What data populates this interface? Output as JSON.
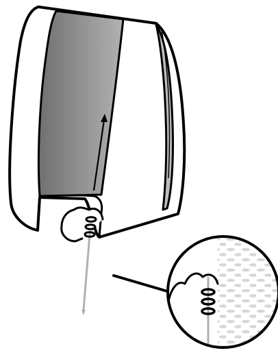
{
  "figure": {
    "kind": "instruction-illustration",
    "steps_shown": [
      "slide-cover-up-arrow",
      "hand-holding-coil-cord",
      "zoom-detail-callout"
    ],
    "colors": {
      "outline": "#000000",
      "fill_white": "#ffffff",
      "cover_panel_dark": "#7a7a7a",
      "cover_panel_light": "#a8a8a8",
      "side_panel": "#bdbdbd",
      "cord": "#b0b0b0",
      "mesh_dot": "#d6d6d6"
    }
  }
}
